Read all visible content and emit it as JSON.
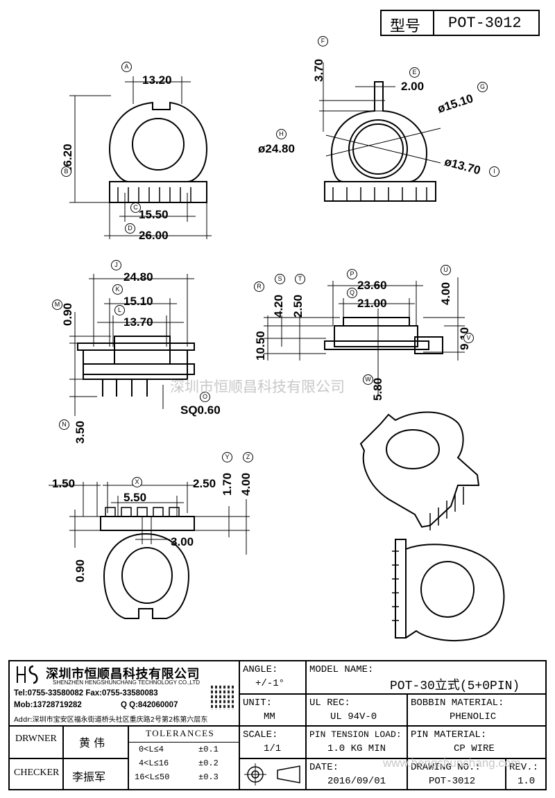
{
  "header": {
    "label": "型号",
    "model": "POT-3012"
  },
  "views": {
    "top_left": {
      "A": "13.20",
      "B": "26.20",
      "C": "15.50",
      "D": "26.00"
    },
    "top_right": {
      "F": "3.70",
      "E": "2.00",
      "G": "ø15.10",
      "H": "ø24.80",
      "I": "ø13.70"
    },
    "mid_left": {
      "J": "24.80",
      "K": "15.10",
      "L": "13.70",
      "M": "0.90",
      "N": "3.50",
      "O": "SQ0.60"
    },
    "mid_right": {
      "R": "10.50",
      "S": "4.20",
      "T": "2.50",
      "P": "23.60",
      "Q": "21.00",
      "U": "4.00",
      "V": "9.10",
      "W": "5.80"
    },
    "bottom_left": {
      "a": "1.50",
      "X": "5.50",
      "b": "2.50",
      "Y": "1.70",
      "Z": "4.00",
      "c": "0.90",
      "d": "3.00"
    }
  },
  "letters": [
    "A",
    "B",
    "C",
    "D",
    "E",
    "F",
    "G",
    "H",
    "I",
    "J",
    "K",
    "L",
    "M",
    "N",
    "O",
    "P",
    "Q",
    "R",
    "S",
    "T",
    "U",
    "V",
    "W",
    "X",
    "Y",
    "Z"
  ],
  "watermark": "深圳市恒顺昌科技有限公司",
  "watermark_url": "www.hengshunchang.com",
  "company": {
    "logo": "HSC",
    "name_cn": "深圳市恒顺昌科技有限公司",
    "name_en": "SHENZHEN HENGSHUNCHANG TECHNOLOGY CO.,LTD",
    "tel": "Tel:0755-33580082 Fax:0755-33580083",
    "mob": "Mob:13728719282",
    "qq": "Q Q:842060007",
    "addr": "Addr:深圳市宝安区福永街道桥头社区重庆路2号第2栋第六层东"
  },
  "titleblock": {
    "angle_label": "ANGLE:",
    "angle_value": "+/-1°",
    "unit_label": "UNIT:",
    "unit_value": "MM",
    "scale_label": "SCALE:",
    "scale_value": "1/1",
    "model_label": "MODEL NAME:",
    "model_value": "POT-30立式(5+0PIN)",
    "ulrec_label": "UL REC:",
    "ulrec_value": "UL 94V-0",
    "bobbin_label": "BOBBIN MATERIAL:",
    "bobbin_value": "PHENOLIC",
    "tension_label": "PIN TENSION LOAD:",
    "tension_value": "1.0 KG MIN",
    "pinmat_label": "PIN MATERIAL:",
    "pinmat_value": "CP WIRE",
    "date_label": "DATE:",
    "date_value": "2016/09/01",
    "drawno_label": "DRAWING NO.:",
    "drawno_value": "POT-3012",
    "rev_label": "REV.:",
    "rev_value": "1.0",
    "drawer_label": "DRWNER",
    "drawer_value": "黄 伟",
    "checker_label": "CHECKER",
    "checker_value": "李振军",
    "tol_title": "TOLERANCES",
    "tol_rows": [
      {
        "range": "0<L≤4",
        "tol": "±0.1"
      },
      {
        "range": "4<L≤16",
        "tol": "±0.2"
      },
      {
        "range": "16<L≤50",
        "tol": "±0.3"
      }
    ]
  }
}
